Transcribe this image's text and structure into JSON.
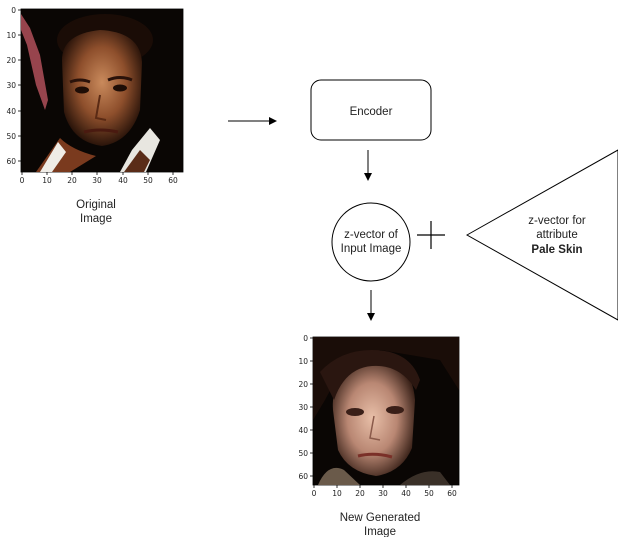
{
  "diagram": {
    "original_caption": [
      "Original",
      "Image"
    ],
    "encoder_label": "Encoder",
    "zvector_input_label": [
      "z-vector of",
      "Input Image"
    ],
    "attribute_label": [
      "z-vector for",
      "attribute",
      "Pale Skin"
    ],
    "generated_caption": [
      "New Generated",
      "Image"
    ],
    "plus_symbol": "+"
  },
  "plot_axes": {
    "x_ticks": [
      "0",
      "10",
      "20",
      "30",
      "40",
      "50",
      "60"
    ],
    "y_ticks": [
      "0",
      "10",
      "20",
      "30",
      "40",
      "50",
      "60"
    ]
  },
  "colors": {
    "stroke": "#000000",
    "face_bg": "#0a0604"
  }
}
